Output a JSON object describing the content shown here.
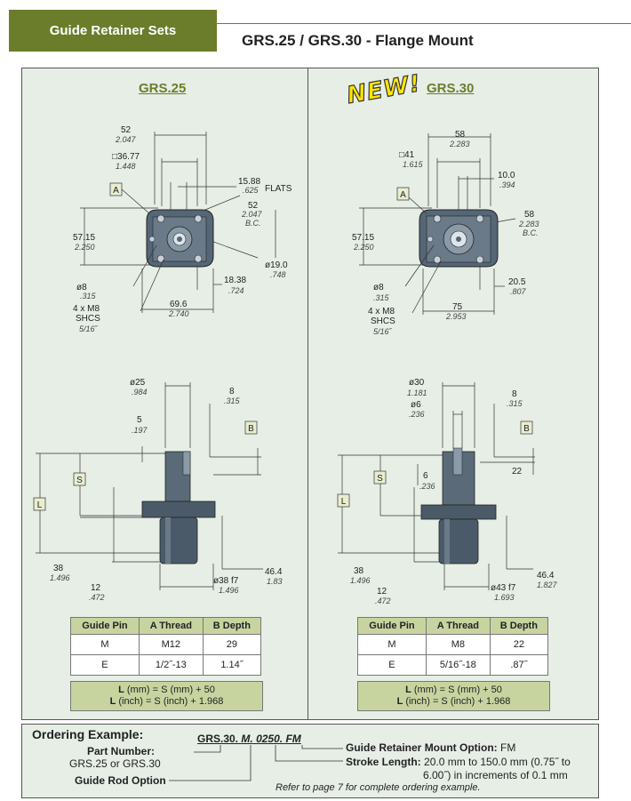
{
  "header": {
    "tab_label": "Guide Retainer Sets",
    "title": "GRS.25 / GRS.30 - Flange Mount"
  },
  "colors": {
    "accent": "#6b7d2a",
    "panel_bg": "#e6eee6",
    "table_header": "#c8d4a0"
  },
  "left_panel": {
    "title": "GRS.25",
    "top_view": {
      "d52": "52",
      "d52_in": "2.047",
      "sq": "□36.77",
      "sq_in": "1.448",
      "flats": "15.88",
      "flats_in": ".625",
      "flats_word": "FLATS",
      "bc": "52",
      "bc_in": "2.047",
      "bc_word": "B.C.",
      "h": "57.15",
      "h_in": "2.250",
      "dia19": "ø19.0",
      "dia19_in": ".748",
      "dia8": "ø8",
      "dia8_in": ".315",
      "shcs1": "4 x M8",
      "shcs2": "SHCS",
      "shcs3": "5/16˝",
      "r18": "18.38",
      "r18_in": ".724",
      "w69": "69.6",
      "w69_in": "2.740",
      "label_a": "A"
    },
    "side_view": {
      "dia25": "ø25",
      "dia25_in": ".984",
      "d8": "8",
      "d8_in": ".315",
      "d5": "5",
      "d5_in": ".197",
      "label_b": "B",
      "label_s": "S",
      "label_l": "L",
      "d38": "38",
      "d38_in": "1.496",
      "d12": "12",
      "d12_in": ".472",
      "dia38": "ø38 f7",
      "dia38_in": "1.496",
      "d46": "46.4",
      "d46_in": "1.83"
    },
    "table": {
      "headers": [
        "Guide Pin",
        "A Thread",
        "B Depth"
      ],
      "rows": [
        [
          "M",
          "M12",
          "29"
        ],
        [
          "E",
          "1/2˝-13",
          "1.14˝"
        ]
      ]
    },
    "formula": {
      "line1_l": "L",
      "line1": " (mm) = S (mm) + 50",
      "line2_l": "L",
      "line2": " (inch) = S (inch) + 1.968"
    }
  },
  "right_panel": {
    "badge": "NEW!",
    "title": "GRS.30",
    "top_view": {
      "d58": "58",
      "d58_in": "2.283",
      "sq": "□41",
      "sq_in": "1.615",
      "d10": "10.0",
      "d10_in": ".394",
      "bc": "58",
      "bc_in": "2.283",
      "bc_word": "B.C.",
      "h": "57.15",
      "h_in": "2.250",
      "dia8": "ø8",
      "dia8_in": ".315",
      "shcs1": "4 x M8",
      "shcs2": "SHCS",
      "shcs3": "5/16˝",
      "r20": "20.5",
      "r20_in": ".807",
      "w75": "75",
      "w75_in": "2.953",
      "label_a": "A"
    },
    "side_view": {
      "dia30": "ø30",
      "dia30_in": "1.181",
      "dia6": "ø6",
      "dia6_in": ".236",
      "d8": "8",
      "d8_in": ".315",
      "d6": "6",
      "d6_in": ".236",
      "label_b": "B",
      "label_s": "S",
      "label_l": "L",
      "d38": "38",
      "d38_in": "1.496",
      "d12": "12",
      "d12_in": ".472",
      "dia43": "ø43 f7",
      "dia43_in": "1.693",
      "d46": "46.4",
      "d46_in": "1.827",
      "d22": "22"
    },
    "table": {
      "headers": [
        "Guide Pin",
        "A Thread",
        "B Depth"
      ],
      "rows": [
        [
          "M",
          "M8",
          "22"
        ],
        [
          "E",
          "5/16˝-18",
          ".87˝"
        ]
      ]
    },
    "formula": {
      "line1_l": "L",
      "line1": " (mm) = S (mm) + 50",
      "line2_l": "L",
      "line2": " (inch) = S (inch) + 1.968"
    }
  },
  "ordering": {
    "title": "Ordering Example:",
    "part_code_1": "GRS.30.",
    "part_code_2": "M.",
    "part_code_3": "0250.",
    "part_code_4": "FM",
    "part_number_label": "Part Number:",
    "part_number_value": "GRS.25 or GRS.30",
    "guide_rod_option": "Guide Rod Option",
    "mount_option_label": "Guide Retainer Mount Option:",
    "mount_option_value": "FM",
    "stroke_label": "Stroke Length:",
    "stroke_value_1": "20.0 mm to 150.0 mm (0.75˝ to",
    "stroke_value_2": "6.00˝) in increments of 0.1 mm",
    "footnote": "Refer to page 7 for complete ordering example."
  }
}
